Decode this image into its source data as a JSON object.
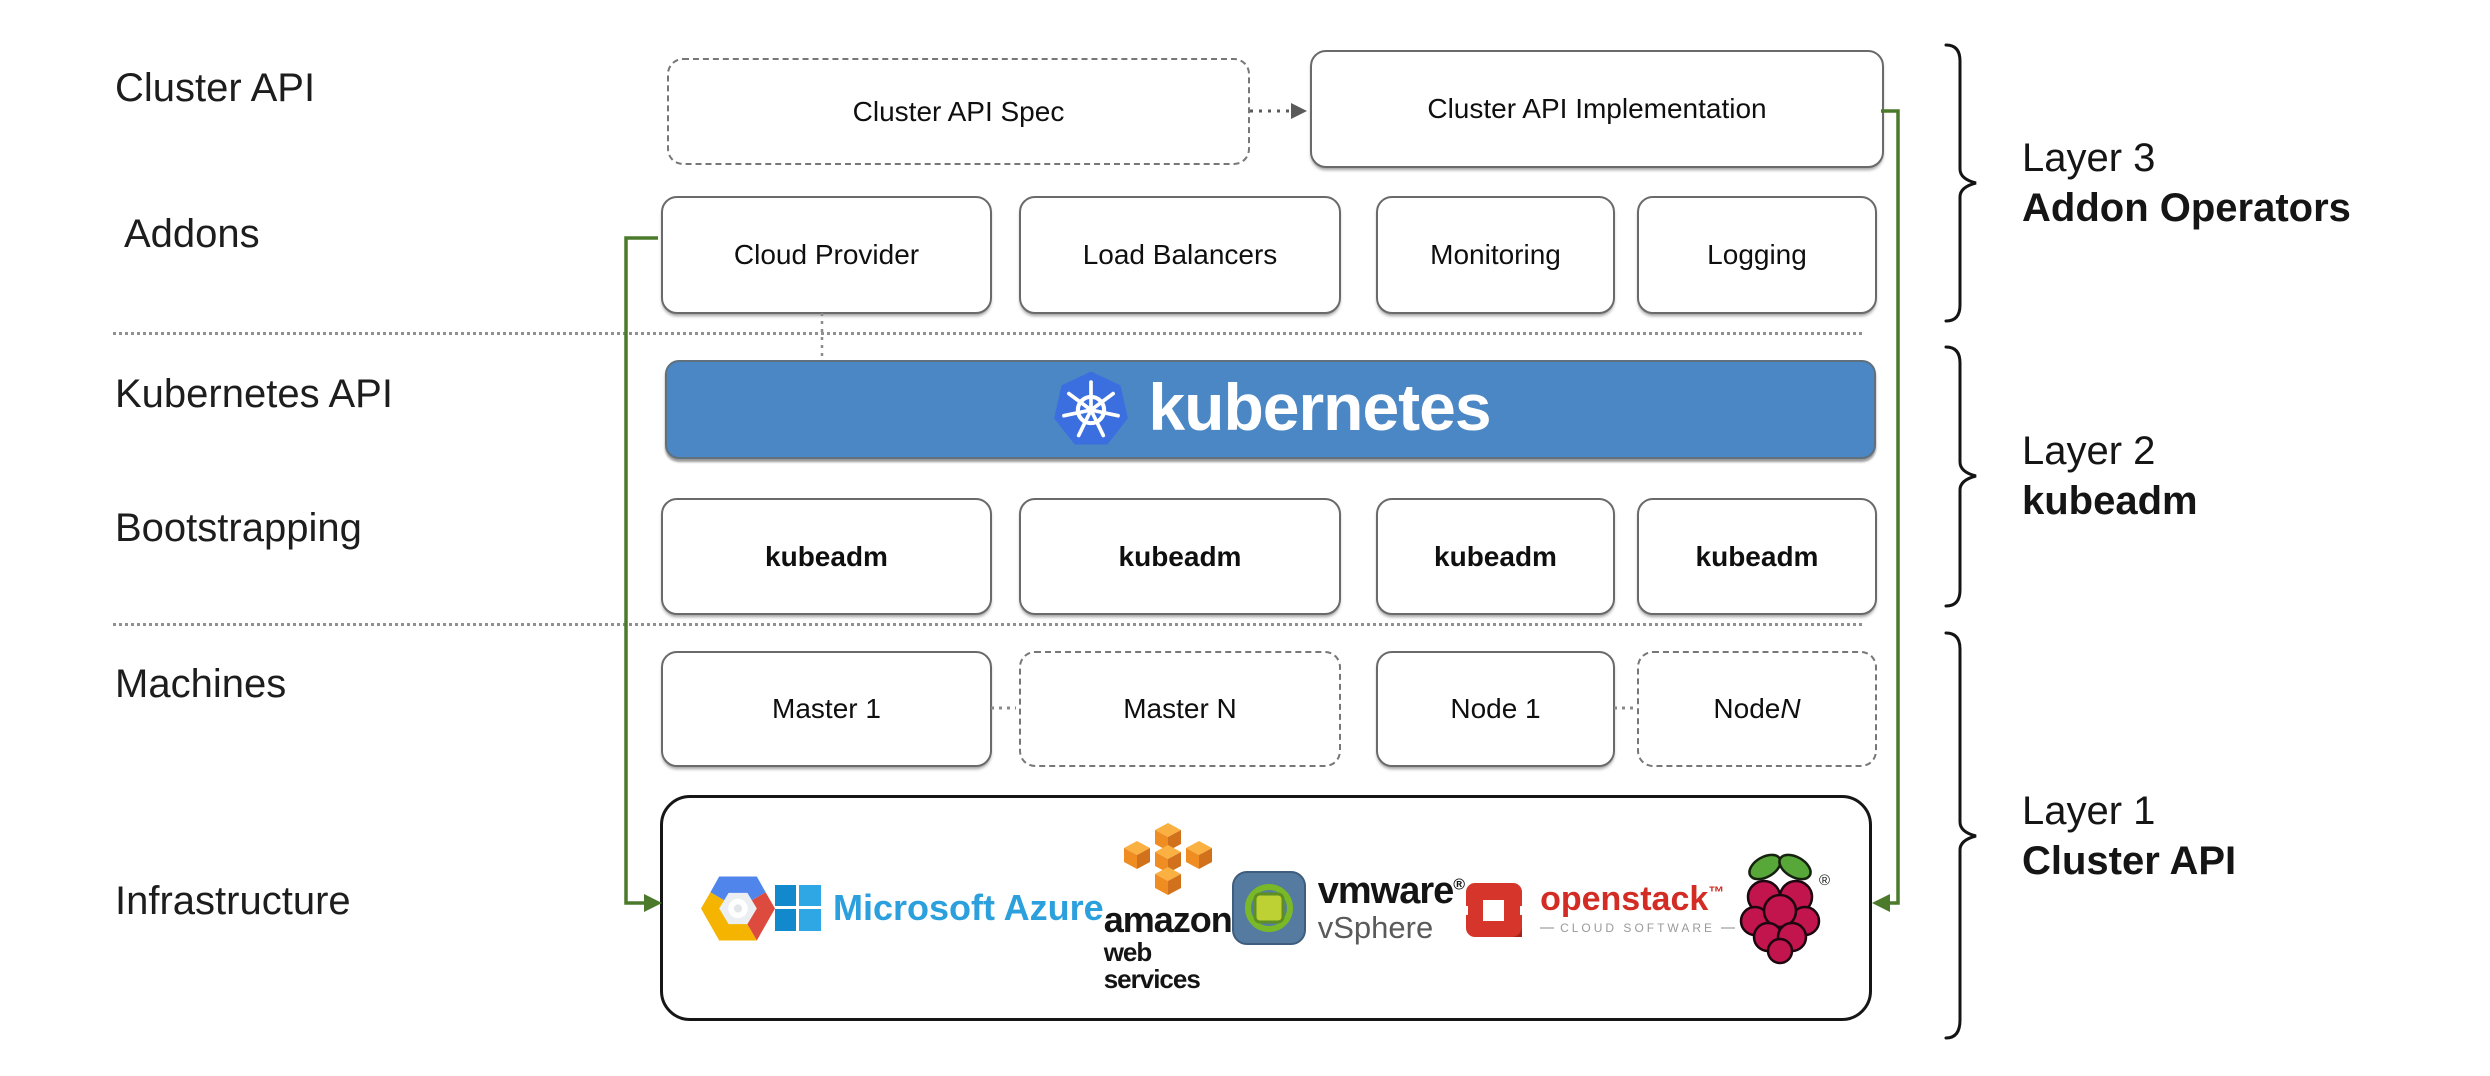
{
  "left_labels": [
    "Cluster API",
    "Addons",
    "Kubernetes API",
    "Bootstrapping",
    "Machines",
    "Infrastructure"
  ],
  "cluster_api_row": {
    "spec_label": "Cluster API Spec",
    "impl_label": "Cluster API Implementation"
  },
  "addons_row": [
    "Cloud Provider",
    "Load Balancers",
    "Monitoring",
    "Logging"
  ],
  "kubernetes_banner": {
    "label": "kubernetes"
  },
  "bootstrapping_row": [
    "kubeadm",
    "kubeadm",
    "kubeadm",
    "kubeadm"
  ],
  "machines_row": {
    "master1": "Master 1",
    "masterN": "Master N",
    "node1": "Node 1",
    "nodeN_prefix": "Node ",
    "nodeN_italic": "N"
  },
  "infrastructure_row": {
    "azure_label": "Microsoft Azure",
    "aws_label": "amazon",
    "aws_sublabel": "web services",
    "vmware_label": "vmware",
    "vmware_reg": "®",
    "vmware_sublabel": "vSphere",
    "openstack_label": "openstack",
    "openstack_tm": "™",
    "openstack_sublabel": "CLOUD SOFTWARE",
    "raspberry_reg": "®"
  },
  "layer_annotations": [
    {
      "name": "Layer 3",
      "title": "Addon Operators"
    },
    {
      "name": "Layer 2",
      "title": "kubeadm"
    },
    {
      "name": "Layer 1",
      "title": "Cluster API"
    }
  ],
  "colors": {
    "connector_green": "#4b7a2b",
    "kubernetes_banner_blue": "#4c87c5",
    "kubernetes_logo_blue": "#3b6fe0",
    "azure_blue": "#2ba0dd",
    "aws_orange": "#f0981f",
    "openstack_red": "#d6352b",
    "raspberry_crimson": "#c2144d",
    "raspberry_leaf_green": "#57a838",
    "gcp_blue": "#5086ec",
    "gcp_red": "#dd4b3e",
    "gcp_yellow": "#f4b400"
  }
}
